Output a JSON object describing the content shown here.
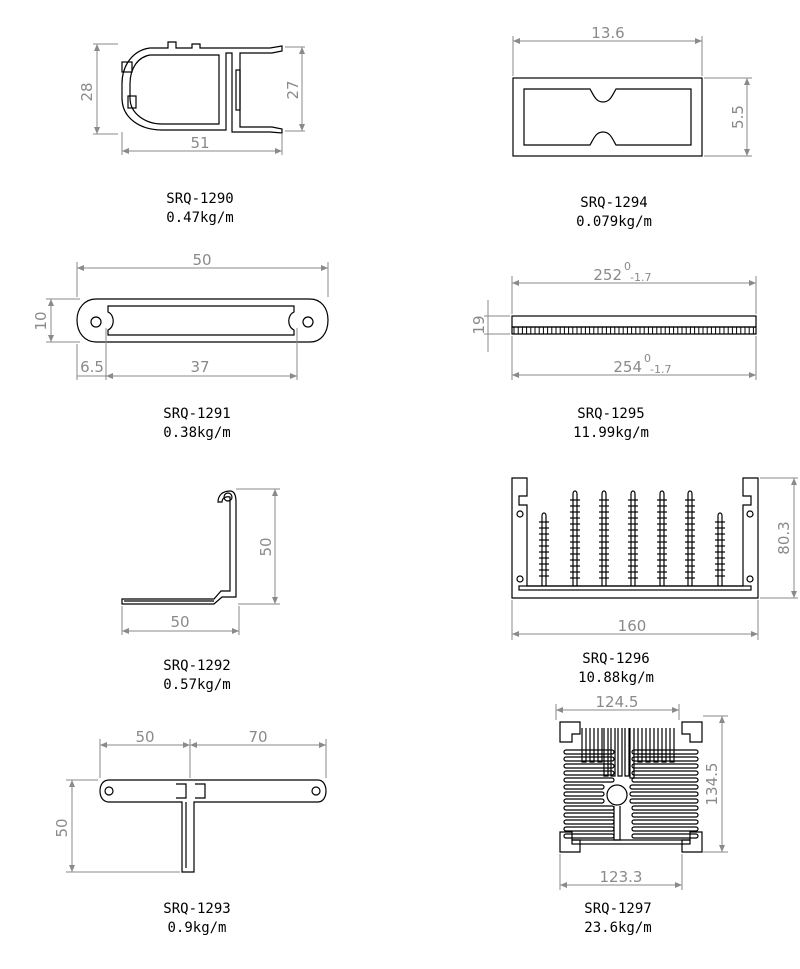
{
  "profiles": [
    {
      "code": "SRQ-1290",
      "weight": "0.47kg/m",
      "dims": {
        "height_left": "28",
        "height_right": "27",
        "width": "51"
      }
    },
    {
      "code": "SRQ-1291",
      "weight": "0.38kg/m",
      "dims": {
        "width": "50",
        "height": "10",
        "slot_offset": "6.5",
        "slot_span": "37"
      }
    },
    {
      "code": "SRQ-1292",
      "weight": "0.57kg/m",
      "dims": {
        "height": "50",
        "width": "50"
      }
    },
    {
      "code": "SRQ-1293",
      "weight": "0.9kg/m",
      "dims": {
        "width_left": "50",
        "width_right": "70",
        "height": "50"
      }
    },
    {
      "code": "SRQ-1294",
      "weight": "0.079kg/m",
      "dims": {
        "width": "13.6",
        "height": "5.5"
      }
    },
    {
      "code": "SRQ-1295",
      "weight": "11.99kg/m",
      "dims": {
        "top_width": "252",
        "top_tol_upper": "0",
        "top_tol_lower": "-1.7",
        "height": "19",
        "bottom_width": "254",
        "bottom_tol_upper": "0",
        "bottom_tol_lower": "-1.7"
      }
    },
    {
      "code": "SRQ-1296",
      "weight": "10.88kg/m",
      "dims": {
        "height": "80.3",
        "width": "160"
      }
    },
    {
      "code": "SRQ-1297",
      "weight": "23.6kg/m",
      "dims": {
        "top_width": "124.5",
        "height": "134.5",
        "bottom_width": "123.3"
      }
    }
  ]
}
